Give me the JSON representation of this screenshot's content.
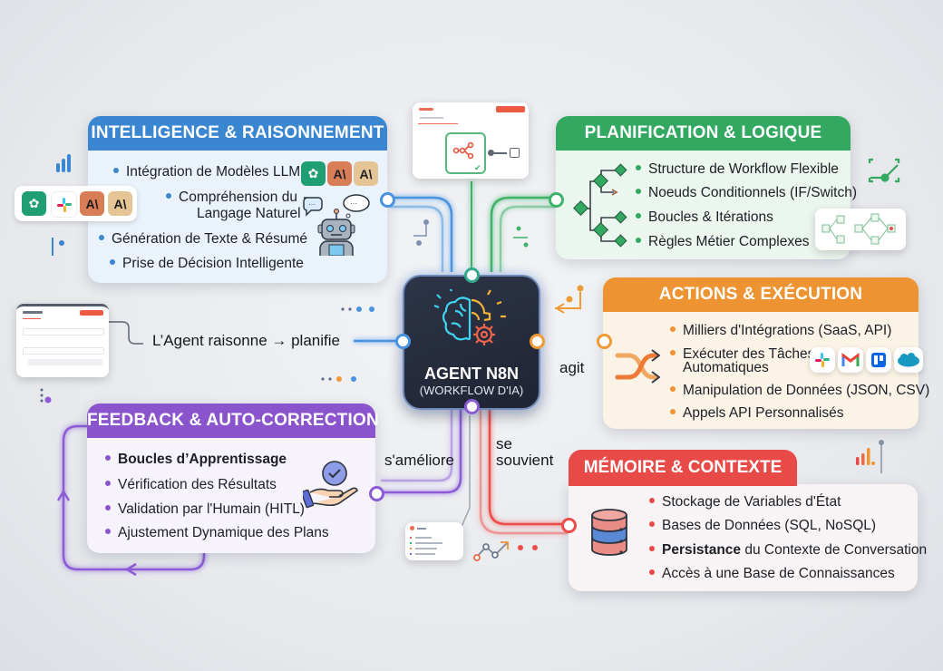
{
  "center": {
    "title": "AGENT N8N",
    "subtitle": "(WORKFLOW D'IA)",
    "icon": "brain-gear-icon"
  },
  "flow_labels": {
    "reason_plan": "L’Agent raisonne → planifie",
    "acts": "agit",
    "remembers_line1": "se",
    "remembers_line2": "souvient",
    "improves": "s'améliore"
  },
  "cards": {
    "intelligence": {
      "title": "INTELLIGENCE & RAISONNEMENT",
      "color": "#3a86d0",
      "items": [
        {
          "text": "Intégration de Modèles LLM"
        },
        {
          "text": "Compréhension du"
        },
        {
          "text": "Langage Naturel"
        },
        {
          "text": "Génération de Texte & Résumé"
        },
        {
          "text": "Prise de Décision Intelligente"
        }
      ],
      "logos": [
        "openai-icon",
        "anthropic-icon",
        "anthropic-icon"
      ],
      "illustration": "robot-icon"
    },
    "planning": {
      "title": "PLANIFICATION & LOGIQUE",
      "color": "#33a860",
      "items": [
        {
          "text": "Structure de Workflow Flexible"
        },
        {
          "text": "Noeuds Conditionnels (IF/Switch)"
        },
        {
          "text": "Boucles & Itérations"
        },
        {
          "text": "Règles Métier Complexes"
        }
      ],
      "illustration": "decision-tree-icon"
    },
    "actions": {
      "title": "ACTIONS & EXÉCUTION",
      "color": "#ee9332",
      "items": [
        {
          "text": "Milliers d'Intégrations (SaaS, API)"
        },
        {
          "text": "Exécuter des Tâches"
        },
        {
          "text": "Automatiques"
        },
        {
          "text": "Manipulation de Données (JSON, CSV)"
        },
        {
          "text": "Appels API Personnalisés"
        }
      ],
      "logos": [
        "slack-icon",
        "gmail-icon",
        "trello-icon",
        "salesforce-icon"
      ],
      "illustration": "shuffle-arrows-icon"
    },
    "feedback": {
      "title": "FEEDBACK & AUTO-CORRECTION",
      "color": "#8a55cc",
      "items": [
        {
          "text": "Boucles d’Apprentissage",
          "bold": true
        },
        {
          "text": "Vérification des Résultats"
        },
        {
          "text": "Validation par l'Humain (HITL)"
        },
        {
          "text": "Ajustement Dynamique des Plans"
        }
      ],
      "illustration": "hand-check-icon"
    },
    "memory": {
      "title": "MÉMOIRE & CONTEXTE",
      "color": "#e84a47",
      "items": [
        {
          "text": "Stockage de Variables d'État"
        },
        {
          "text": "Bases de Données (SQL, NoSQL)"
        },
        {
          "bold_prefix": "Persistance",
          "text": " du Contexte de Conversation"
        },
        {
          "text": "Accès à une Base de Connaissances"
        }
      ],
      "illustration": "database-icon"
    }
  },
  "side_logos": [
    "openai-icon",
    "slack-icon",
    "anthropic-icon",
    "anthropic-icon"
  ],
  "chip_text": {
    "anthropic": "A\\"
  }
}
